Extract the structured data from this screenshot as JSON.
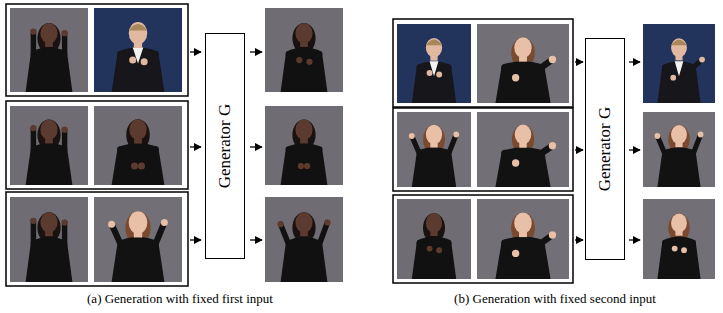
{
  "diagram": {
    "nodes": [
      {
        "text": [
          "Generator G"
        ]
      },
      {
        "text": [
          "Generator G"
        ]
      }
    ],
    "labels": [
      "(a) Generation with fixed first input",
      "(b) Generation with fixed second input"
    ]
  }
}
